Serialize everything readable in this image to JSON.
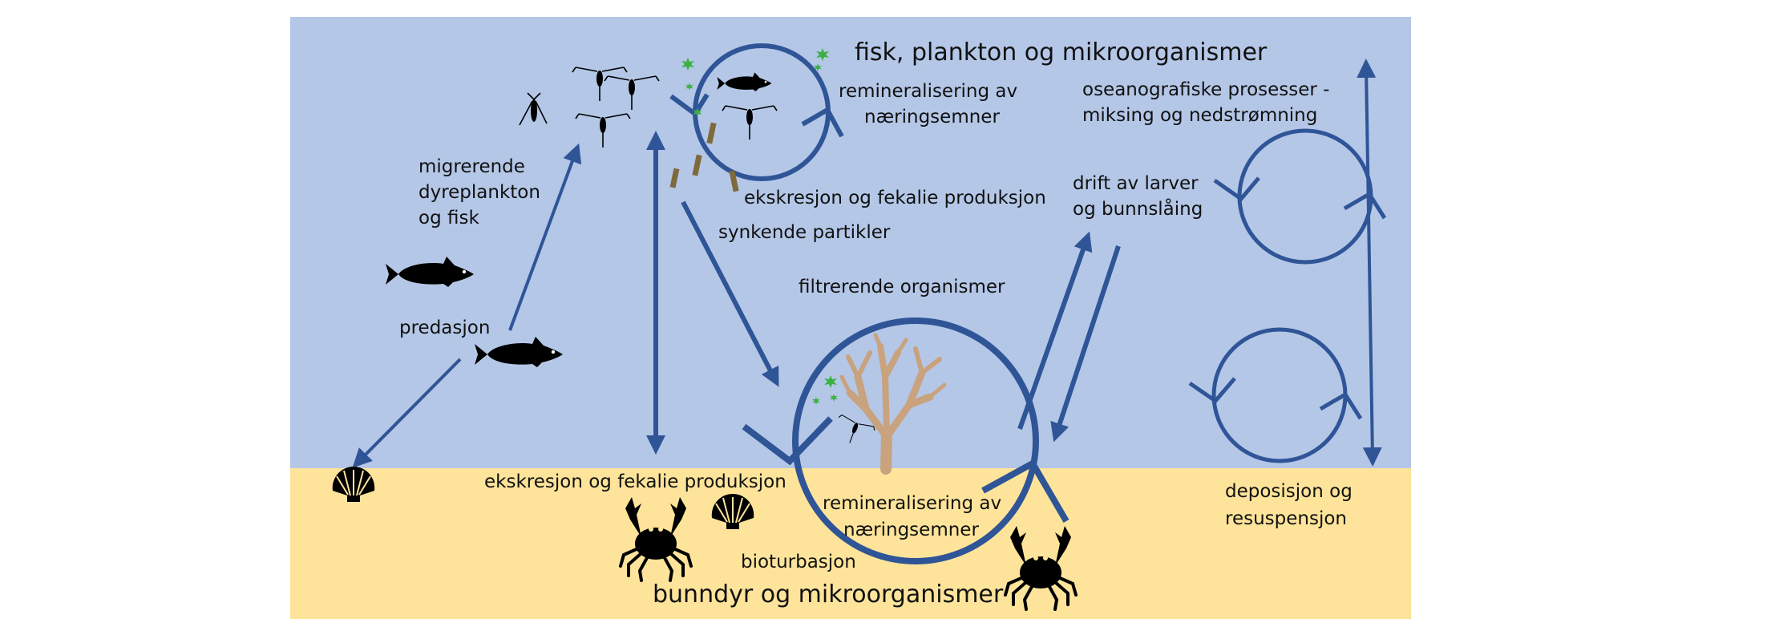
{
  "diagram": {
    "title_top": "fisk, plankton og mikroorganismer",
    "title_bottom": "bunndyr og mikroorganismer",
    "labels": {
      "remineralisering_top_1": "remineralisering av",
      "remineralisering_top_2": "næringsemner",
      "oseanografiske_1": "oseanografiske prosesser -",
      "oseanografiske_2": "miksing og nedstrømning",
      "migrerende_1": "migrerende",
      "migrerende_2": "dyreplankton",
      "migrerende_3": "og fisk",
      "ekskresjon_top": "ekskresjon og fekalie produksjon",
      "synkende": "synkende partikler",
      "drift_1": "drift av larver",
      "drift_2": "og bunnslåing",
      "filtrerende": "filtrerende organismer",
      "predasjon": "predasjon",
      "ekskresjon_bottom": "ekskresjon og fekalie produksjon",
      "remineralisering_bottom_1": "remineralisering av",
      "remineralisering_bottom_2": "næringsemner",
      "bioturbasjon": "bioturbasjon",
      "deposisjon_1": "deposisjon og",
      "deposisjon_2": "resuspensjon"
    },
    "colors": {
      "water": "#b4c7e7",
      "sediment": "#fde49a",
      "arrow": "#2f5597",
      "animal": "#000000",
      "coral": "#c9a27e",
      "phytoplankton": "#3cb043",
      "fecal_pellet": "#7f6a3d"
    },
    "icons": [
      "fish-icon",
      "copepod-icon",
      "phytoplankton-icon",
      "fecal-pellet-icon",
      "coral-icon",
      "crab-icon",
      "scallop-icon"
    ]
  }
}
